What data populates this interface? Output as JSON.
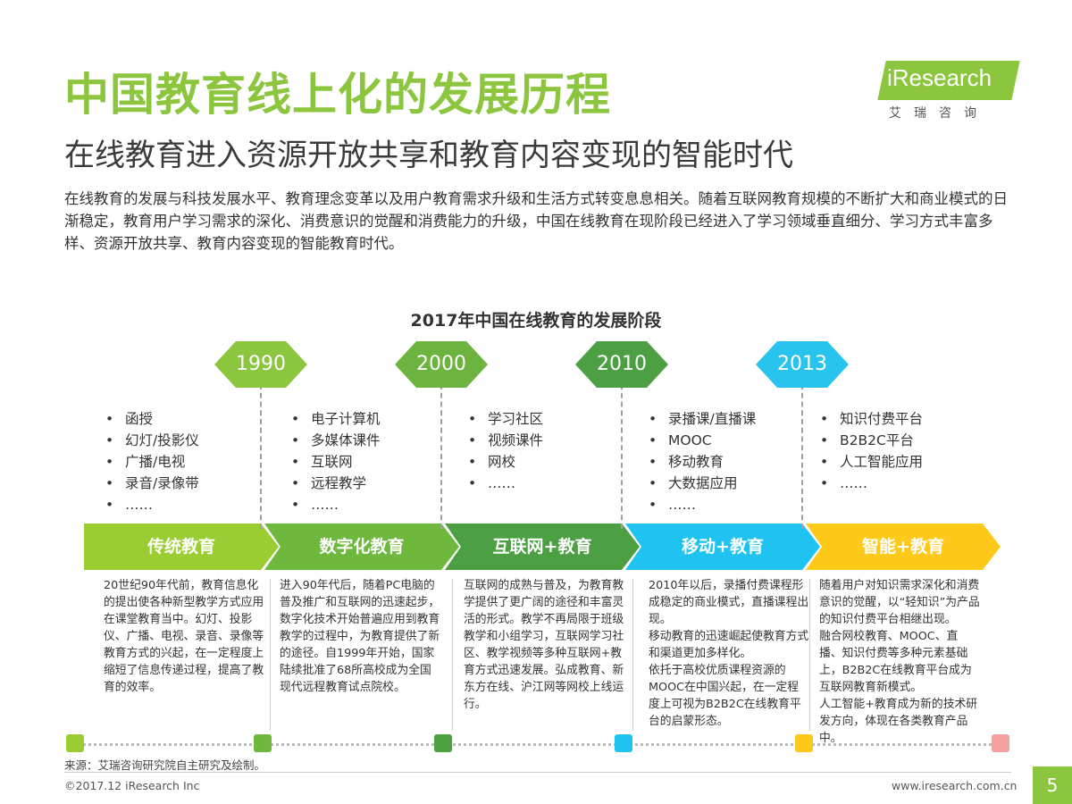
{
  "title": "中国教育线上化的发展历程",
  "subtitle": "在线教育进入资源开放共享和教育内容变现的智能时代",
  "intro": "在线教育的发展与科技发展水平、教育理念变革以及用户教育需求升级和生活方式转变息息相关。随着互联网教育规模的不断扩大和商业模式的日渐稳定，教育用户学习需求的深化、消费意识的觉醒和消费能力的升级，中国在线教育在现阶段已经进入了学习领域垂直细分、学习方式丰富多样、资源开放共享、教育内容变现的智能教育时代。",
  "logo": {
    "text": "iResearch",
    "sub": "艾瑞咨询"
  },
  "chart_title": "2017年中国在线教育的发展阶段",
  "years": [
    {
      "label": "1990",
      "color": "#8cc63f"
    },
    {
      "label": "2000",
      "color": "#6cb33f"
    },
    {
      "label": "2010",
      "color": "#4ca043"
    },
    {
      "label": "2013",
      "color": "#29c4ee"
    }
  ],
  "stages": [
    {
      "label": "传统教育",
      "color": "#9acd32",
      "bullets": [
        "函授",
        "幻灯/投影仪",
        "广播/电视",
        "录音/录像带",
        "……"
      ],
      "desc": "20世纪90年代前，教育信息化的提出使各种新型教学方式应用在课堂教育当中。幻灯、投影仪、广播、电视、录音、录像等教育方式的兴起，在一定程度上缩短了信息传递过程，提高了教育的效率。"
    },
    {
      "label": "数字化教育",
      "color": "#6fb83e",
      "bullets": [
        "电子计算机",
        "多媒体课件",
        "互联网",
        "远程教学",
        "……"
      ],
      "desc": "进入90年代后，随着PC电脑的普及推广和互联网的迅速起步，数字化技术开始普遍应用到教育教学的过程中，为教育提供了新的途径。自1999年开始，国家陆续批准了68所高校成为全国现代远程教育试点院校。"
    },
    {
      "label": "互联网+教育",
      "color": "#4ca043",
      "bullets": [
        "学习社区",
        "视频课件",
        "网校",
        "……"
      ],
      "desc": "互联网的成熟与普及，为教育教学提供了更广阔的途径和丰富灵活的形式。教学不再局限于班级教学和小组学习，互联网学习社区、教学视频等多种互联网+教育方式迅速发展。弘成教育、新东方在线、沪江网等网校上线运行。"
    },
    {
      "label": "移动+教育",
      "color": "#1ec3f2",
      "bullets": [
        "录播课/直播课",
        "MOOC",
        "移动教育",
        "大数据应用",
        "……"
      ],
      "desc": "2010年以后，录播付费课程形成稳定的商业模式，直播课程出现。\n移动教育的迅速崛起使教育方式和渠道更加多样化。\n依托于高校优质课程资源的MOOC在中国兴起，在一定程度上可视为B2B2C在线教育平台的启蒙形态。"
    },
    {
      "label": "智能+教育",
      "color": "#ffc91a",
      "bullets": [
        "知识付费平台",
        "B2B2C平台",
        "人工智能应用",
        "……"
      ],
      "desc": "随着用户对知识需求深化和消费意识的觉醒，以“轻知识”为产品的知识付费平台相继出现。\n融合网校教育、MOOC、直播、知识付费等多种元素基础上，B2B2C在线教育平台成为互联网教育新模式。\n人工智能+教育成为新的技术研发方向，体现在各类教育产品中。"
    }
  ],
  "markers": [
    "#9acd32",
    "#6fb83e",
    "#4ca043",
    "#1ec3f2",
    "#ffc91a",
    "#f4a0a0"
  ],
  "source": "来源：艾瑞咨询研究院自主研究及绘制。",
  "copyright": "©2017.12 iResearch Inc",
  "site": "www.iresearch.com.cn",
  "page": "5"
}
